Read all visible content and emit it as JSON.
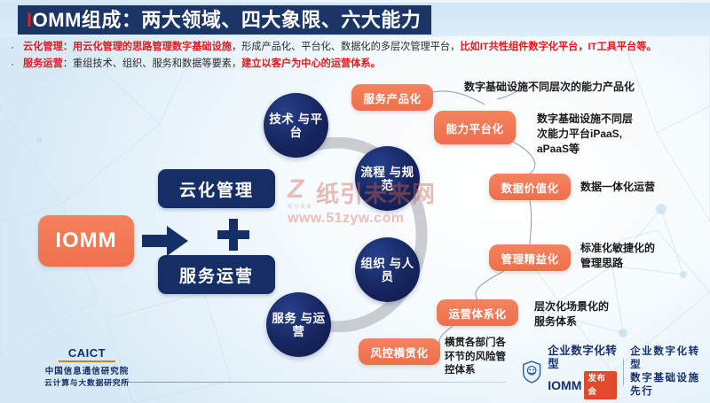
{
  "header": {
    "title_prefix": "I",
    "title_rest": "OMM组成：两大领域、四大象限、六大能力"
  },
  "bullets": [
    {
      "marker": "·",
      "segments": [
        {
          "text": "云化管理",
          "style": "red"
        },
        {
          "text": "：",
          "style": "red"
        },
        {
          "text": "用云化管理的思路管理数字基础设施",
          "style": "red"
        },
        {
          "text": "，形成产品化、平台化、数据化的多层次管理平台，",
          "style": "dark"
        },
        {
          "text": "比如IT共性组件数字化平台，IT工具平台等。",
          "style": "red"
        }
      ]
    },
    {
      "marker": "·",
      "segments": [
        {
          "text": "服务运营",
          "style": "red"
        },
        {
          "text": "：重组技术、组织、服务和数据等要素，",
          "style": "dark"
        },
        {
          "text": "建立以客户为中心的运营体系。",
          "style": "red"
        }
      ]
    }
  ],
  "flow": {
    "source_label": "IOMM",
    "arrow_icon": "right-arrow-icon",
    "plus_icon": "plus-icon",
    "domain_top": "云化管理",
    "domain_bottom": "服务运营"
  },
  "quadrants": [
    {
      "id": "tech",
      "label": "技术\n与平\n台"
    },
    {
      "id": "process",
      "label": "流程\n与规\n范"
    },
    {
      "id": "org",
      "label": "组织\n与人\n员"
    },
    {
      "id": "ops",
      "label": "服务\n与运\n营"
    }
  ],
  "capabilities": [
    {
      "id": "cap1",
      "label": "服务产品化",
      "desc": "数字基础设施不同层次的能力产品化"
    },
    {
      "id": "cap2",
      "label": "能力平台化",
      "desc": "数字基础设施不同层\n次能力平台iPaaS,\naPaaS等"
    },
    {
      "id": "cap3",
      "label": "数据价值化",
      "desc": "数据一体化运营"
    },
    {
      "id": "cap4",
      "label": "管理精益化",
      "desc": "标准化敏捷化的\n管理思路"
    },
    {
      "id": "cap5",
      "label": "运营体系化",
      "desc": "层次化场景化的\n服务体系"
    },
    {
      "id": "cap6",
      "label": "风控横贯化",
      "desc": "横贯各部门各\n环节的风险管\n控体系"
    }
  ],
  "footer": {
    "org_logo": "CAICT",
    "org_line1": "中国信息通信研究院",
    "org_line2": "云计算与大数据研究所",
    "badge": {
      "shield_icon": "shield-icon",
      "left_line1": "企业数字化转型",
      "left_iomm": "IOMM",
      "left_pill": "发布会",
      "right_line1": "企业数字化转型",
      "right_line2": "数字基础设施先行"
    }
  },
  "watermark": {
    "mark": "Z",
    "name": "纸引未来网",
    "sub": "纸引未来",
    "url": "www.51zyw.com"
  },
  "colors": {
    "header_navy": "#1b3566",
    "accent_red": "#e3191e",
    "orange": "#ef6f4b",
    "circle_navy": "#16255e",
    "box_navy": "#152f66"
  }
}
